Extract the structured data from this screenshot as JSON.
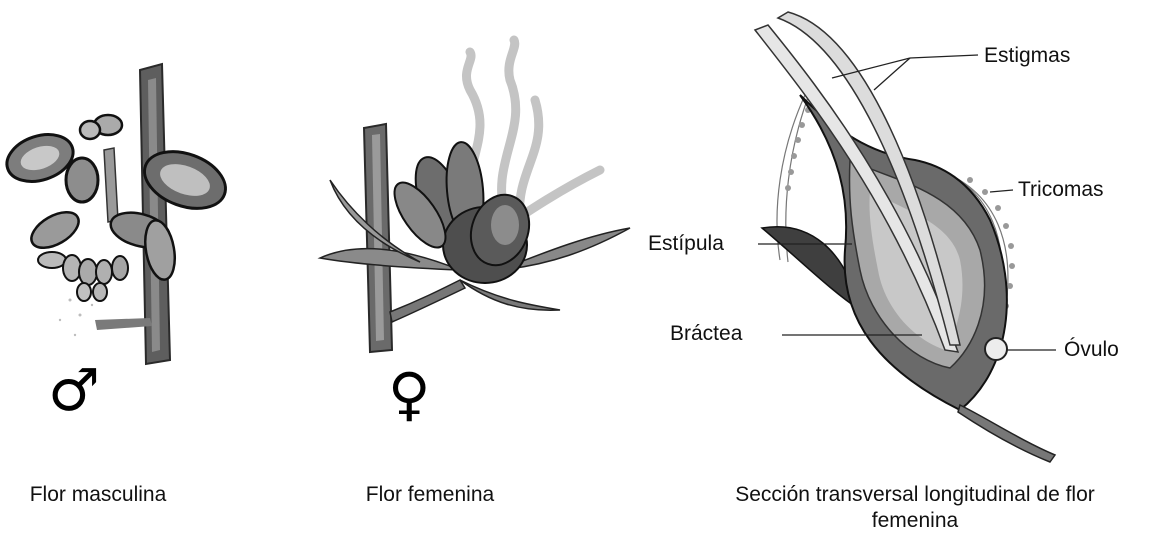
{
  "panels": {
    "male": {
      "symbol": "♂",
      "caption": "Flor masculina"
    },
    "female": {
      "symbol": "♀",
      "caption": "Flor femenina"
    },
    "section": {
      "caption": "Sección transversal longitudinal de flor femenina",
      "labels": {
        "estigmas": "Estigmas",
        "tricomas": "Tricomas",
        "estipula": "Estípula",
        "bractea": "Bráctea",
        "ovulo": "Óvulo"
      }
    }
  }
}
